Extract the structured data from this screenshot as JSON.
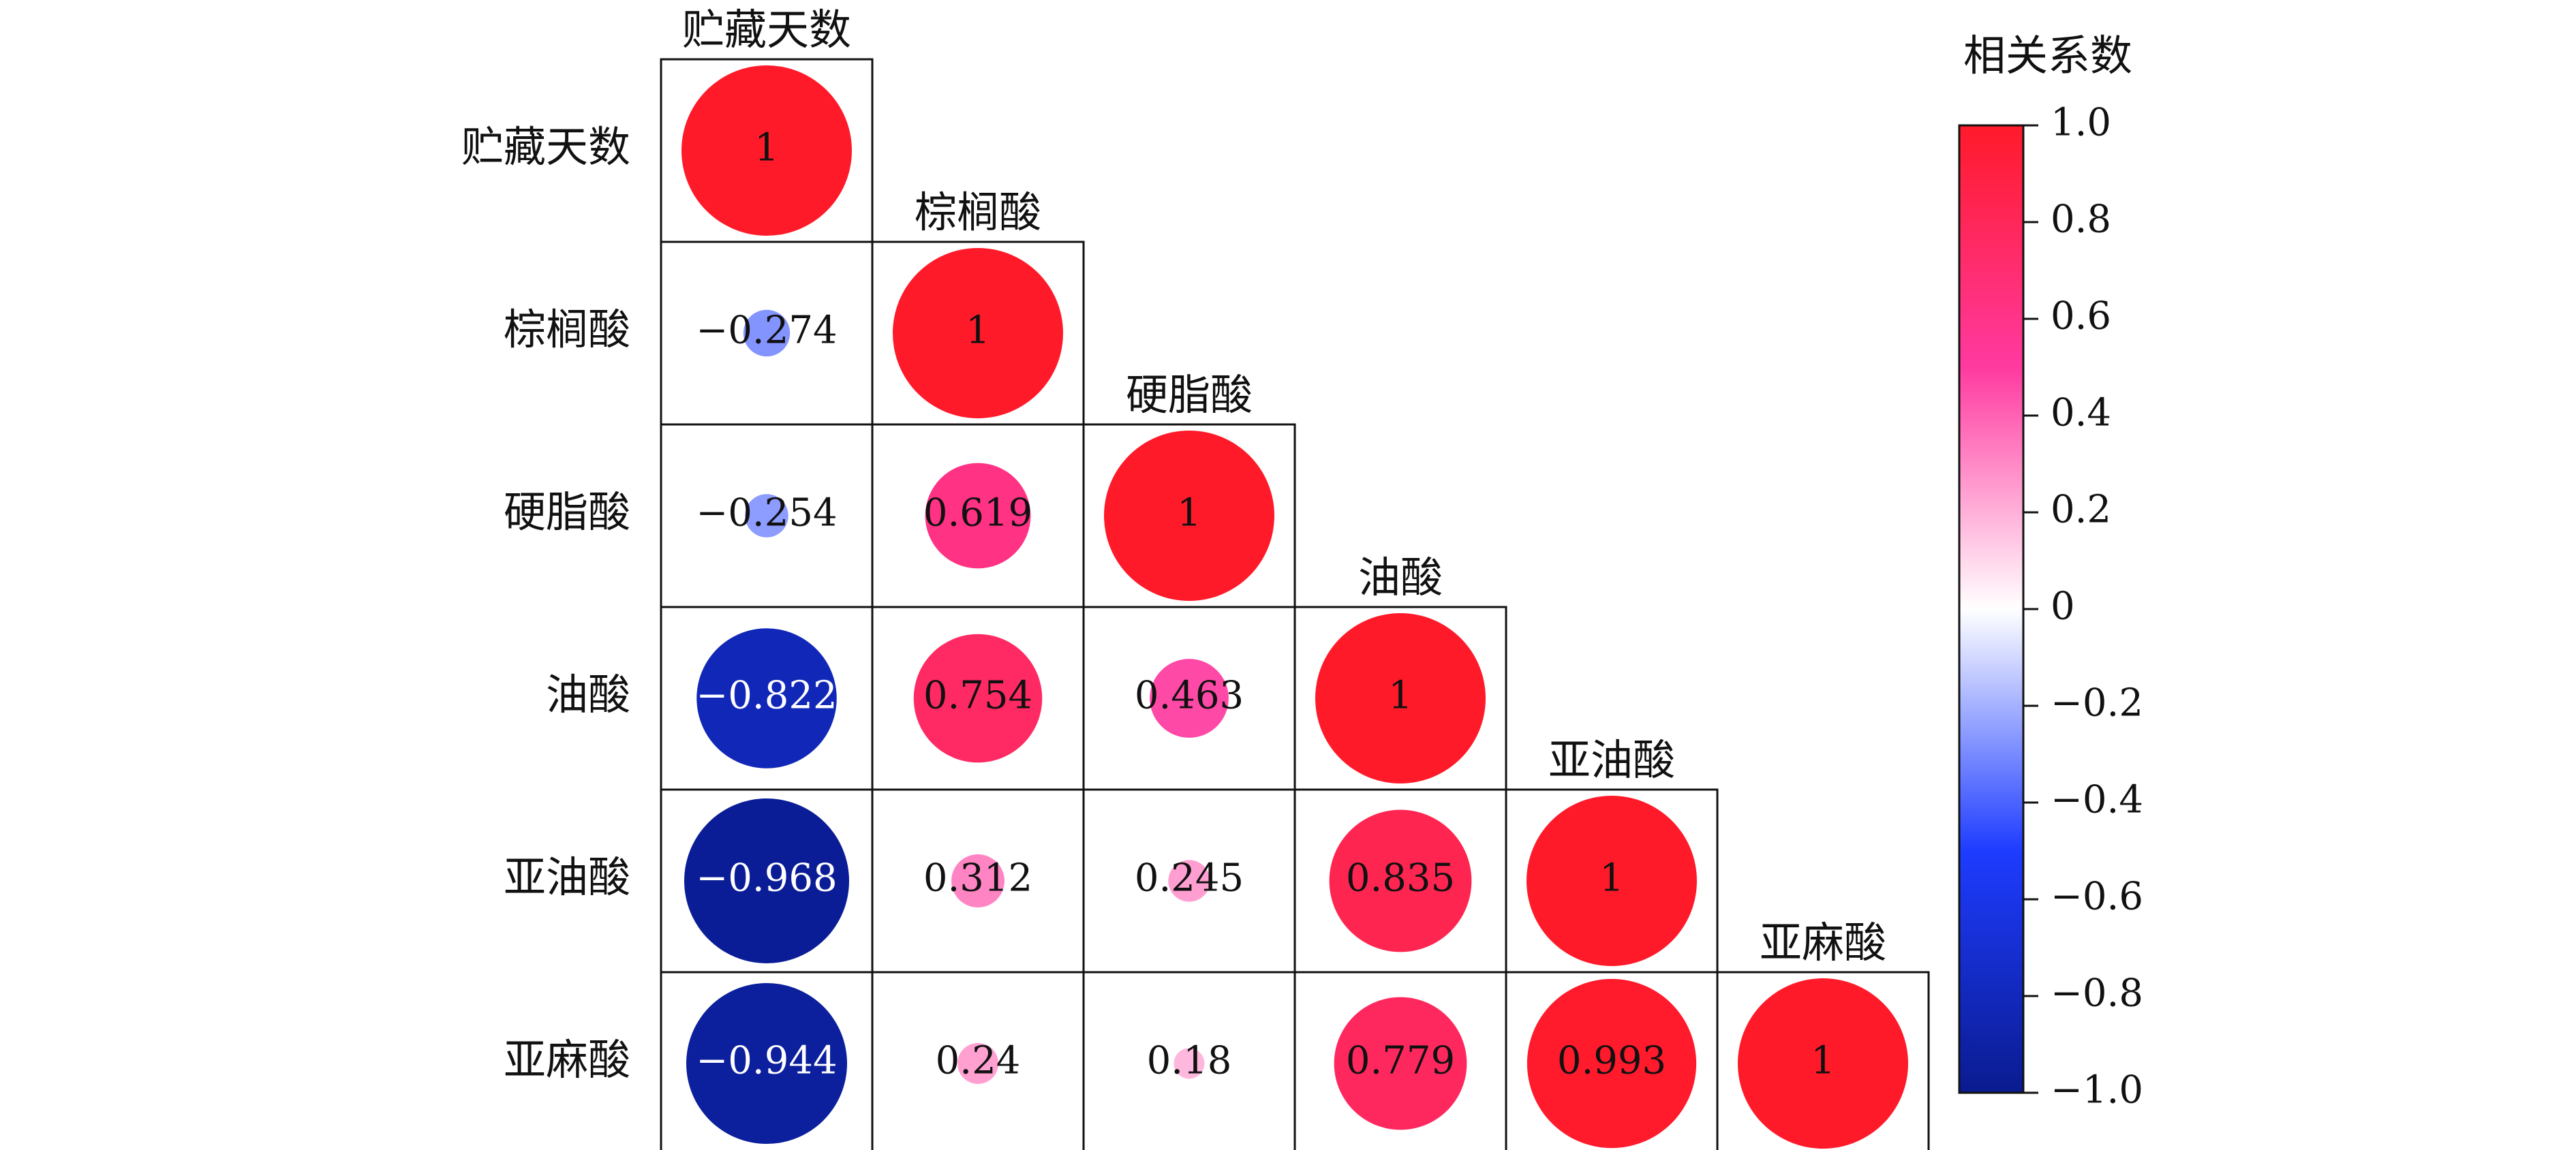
{
  "chart_data": {
    "type": "heatmap",
    "subtype": "lower-triangle correlation matrix with circles",
    "variables": [
      "贮藏天数",
      "棕榈酸",
      "硬脂酸",
      "油酸",
      "亚油酸",
      "亚麻酸"
    ],
    "matrix": [
      [
        1
      ],
      [
        -0.274,
        1
      ],
      [
        -0.254,
        0.619,
        1
      ],
      [
        -0.822,
        0.754,
        0.463,
        1
      ],
      [
        -0.968,
        0.312,
        0.245,
        0.835,
        1
      ],
      [
        -0.944,
        0.24,
        0.18,
        0.779,
        0.993,
        1
      ]
    ],
    "value_labels": [
      [
        "1"
      ],
      [
        "−0.274",
        "1"
      ],
      [
        "−0.254",
        "0.619",
        "1"
      ],
      [
        "−0.822",
        "0.754",
        "0.463",
        "1"
      ],
      [
        "−0.968",
        "0.312",
        "0.245",
        "0.835",
        "1"
      ],
      [
        "−0.944",
        "0.24",
        "0.18",
        "0.779",
        "0.993",
        "1"
      ]
    ],
    "colorbar": {
      "title": "相关系数",
      "range": [
        -1.0,
        1.0
      ],
      "ticks": [
        1.0,
        0.8,
        0.6,
        0.4,
        0.2,
        0,
        -0.2,
        -0.4,
        -0.6,
        -0.8,
        -1.0
      ],
      "tick_labels": [
        "1.0",
        "0.8",
        "0.6",
        "0.4",
        "0.2",
        "0",
        "−0.2",
        "−0.4",
        "−0.6",
        "−0.8",
        "−1.0"
      ],
      "colors": {
        "neg_end": "#0a1b8f",
        "neg_mid": "#1e3cff",
        "zero": "#ffffff",
        "pos_mid": "#ff3aa0",
        "pos_end": "#ff1a2a"
      }
    }
  }
}
